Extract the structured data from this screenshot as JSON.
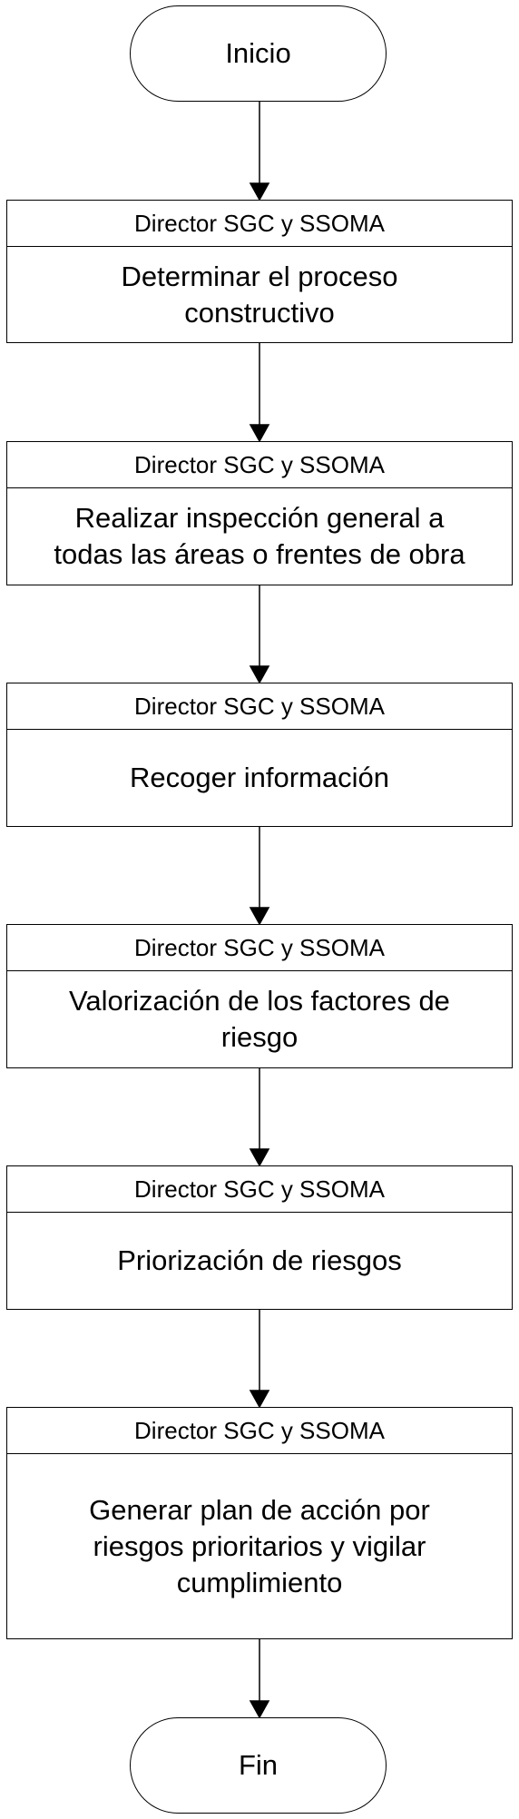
{
  "start": {
    "label": "Inicio"
  },
  "end": {
    "label": "Fin"
  },
  "steps": [
    {
      "role": "Director SGC y SSOMA",
      "lines": [
        "Determinar el proceso",
        "constructivo"
      ]
    },
    {
      "role": "Director SGC y SSOMA",
      "lines": [
        "Realizar inspección general a",
        "todas las áreas o frentes de obra"
      ]
    },
    {
      "role": "Director SGC y SSOMA",
      "lines": [
        "Recoger información"
      ]
    },
    {
      "role": "Director SGC y SSOMA",
      "lines": [
        "Valorización de los factores de",
        "riesgo"
      ]
    },
    {
      "role": "Director SGC y SSOMA",
      "lines": [
        "Priorización de riesgos"
      ]
    },
    {
      "role": "Director SGC y SSOMA",
      "lines": [
        "Generar plan de acción por",
        "riesgos prioritarios y vigilar",
        "cumplimiento"
      ]
    }
  ]
}
